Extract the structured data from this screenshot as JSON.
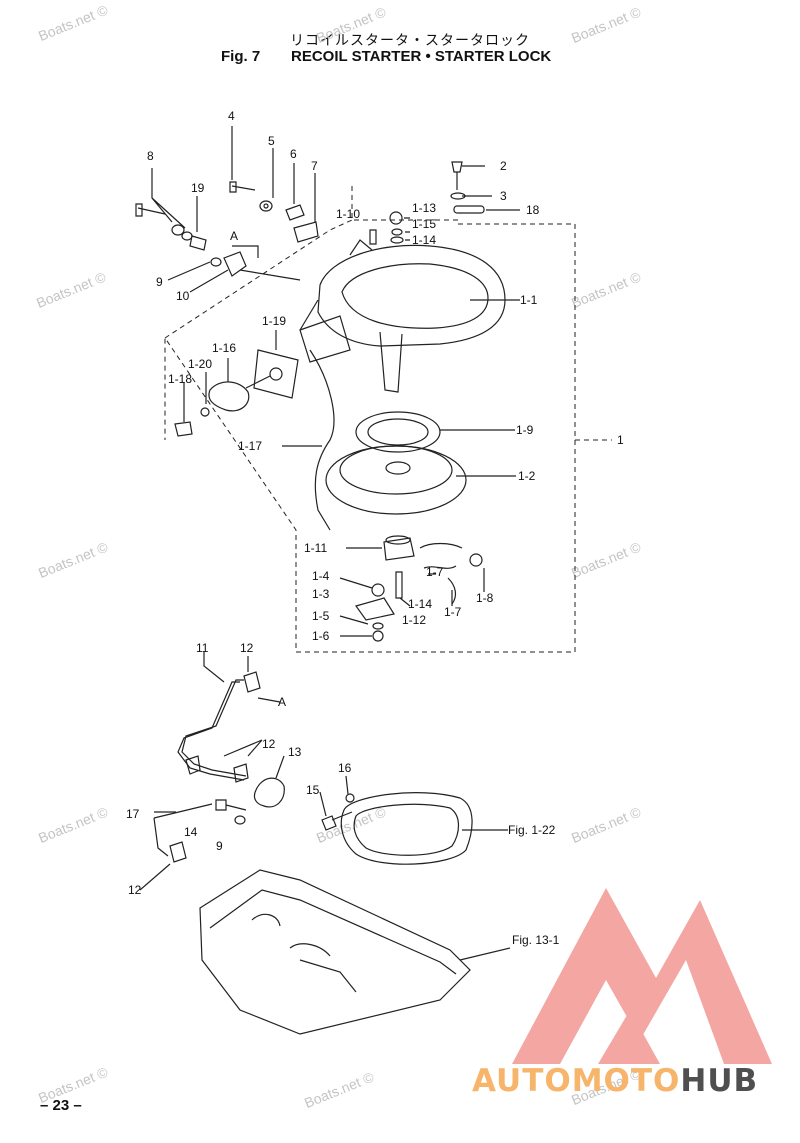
{
  "title": {
    "japanese": "リコイルスタータ・スタータロック",
    "fig": "Fig. 7",
    "main": "RECOIL STARTER • STARTER LOCK"
  },
  "watermark": "Boats.net ©",
  "page_number": "– 23 –",
  "logo": {
    "part1": "AUTOMOTO",
    "part2": "HUB",
    "accent_color": "#f4a6a3",
    "text_color_1": "#f6b56a",
    "text_color_2": "#4f4f4f"
  },
  "labels": {
    "l4": "4",
    "l5": "5",
    "l6": "6",
    "l7": "7",
    "l8": "8",
    "l19": "19",
    "l9": "9",
    "l10": "10",
    "lA": "A",
    "l2": "2",
    "l3": "3",
    "l18": "18",
    "l1_13": "1-13",
    "l1_10": "1-10",
    "l1_15": "1-15",
    "l1_14": "1-14",
    "l1_1": "1-1",
    "l1_19": "1-19",
    "l1_16": "1-16",
    "l1_20": "1-20",
    "l1_18": "1-18",
    "l1_9": "1-9",
    "l1": "1",
    "l1_17": "1-17",
    "l1_2": "1-2",
    "l1_11": "1-11",
    "l1_4": "1-4",
    "l1_3": "1-3",
    "l1_5": "1-5",
    "l1_6": "1-6",
    "l1_7a": "1-7",
    "l1_7b": "1-7",
    "l1_8": "1-8",
    "l1_14b": "1-14",
    "l1_12": "1-12",
    "l11": "11",
    "l12a": "12",
    "lA2": "A",
    "l12b": "12",
    "l13": "13",
    "l17": "17",
    "l14": "14",
    "l9b": "9",
    "l12c": "12",
    "l15": "15",
    "l16": "16",
    "fig122": "Fig. 1-22",
    "fig131": "Fig. 13-1"
  }
}
